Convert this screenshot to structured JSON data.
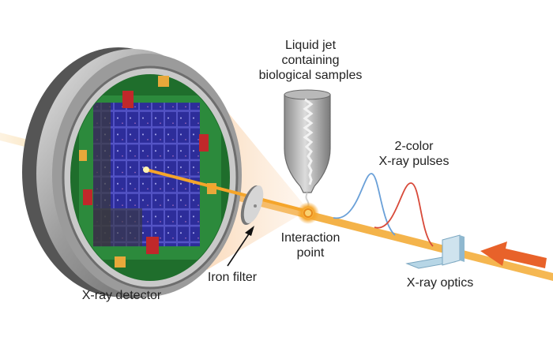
{
  "labels": {
    "liquid_jet": "Liquid jet\ncontaining\nbiological samples",
    "pulses": "2-color\nX-ray pulses",
    "interaction": "Interaction\npoint",
    "iron_filter": "Iron filter",
    "xray_optics": "X-ray optics",
    "xray_detector": "X-ray detector"
  },
  "colors": {
    "beam": "#f0a020",
    "arrow": "#e8622a",
    "pulse_blue": "#6aa0d8",
    "pulse_red": "#d84a3a",
    "detector_panel": "#2a2aa0",
    "board_green": "#2c8a3c"
  }
}
